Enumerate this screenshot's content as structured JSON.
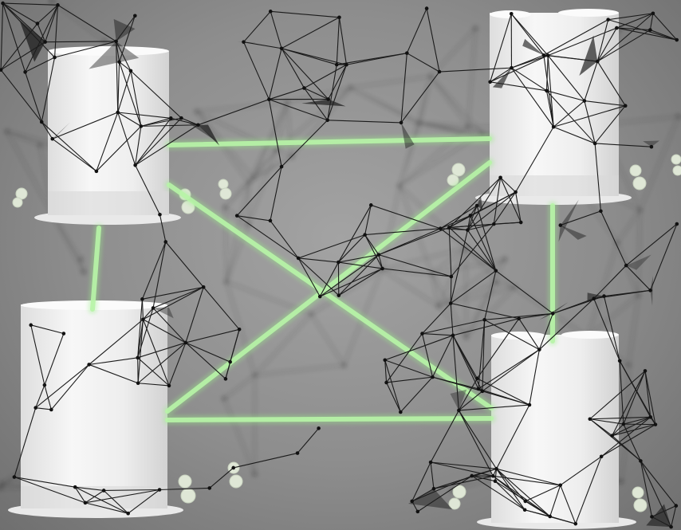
{
  "scene": {
    "description_colors": {
      "background": "#8d8d8d",
      "link_line": "#b8f5a8",
      "building": "#f2f2f2",
      "network": "#1e1e1e"
    },
    "buildings": [
      {
        "name": "tower-top-left"
      },
      {
        "name": "tower-top-right"
      },
      {
        "name": "tower-bottom-left"
      },
      {
        "name": "tower-bottom-right"
      }
    ],
    "links": [
      {
        "from": "tower-top-left",
        "to": "tower-top-right"
      },
      {
        "from": "tower-top-left",
        "to": "tower-bottom-left"
      },
      {
        "from": "tower-top-right",
        "to": "tower-bottom-right"
      },
      {
        "from": "tower-bottom-left",
        "to": "tower-bottom-right"
      },
      {
        "from": "tower-top-left",
        "to": "tower-bottom-right"
      },
      {
        "from": "tower-top-right",
        "to": "tower-bottom-left"
      }
    ]
  }
}
